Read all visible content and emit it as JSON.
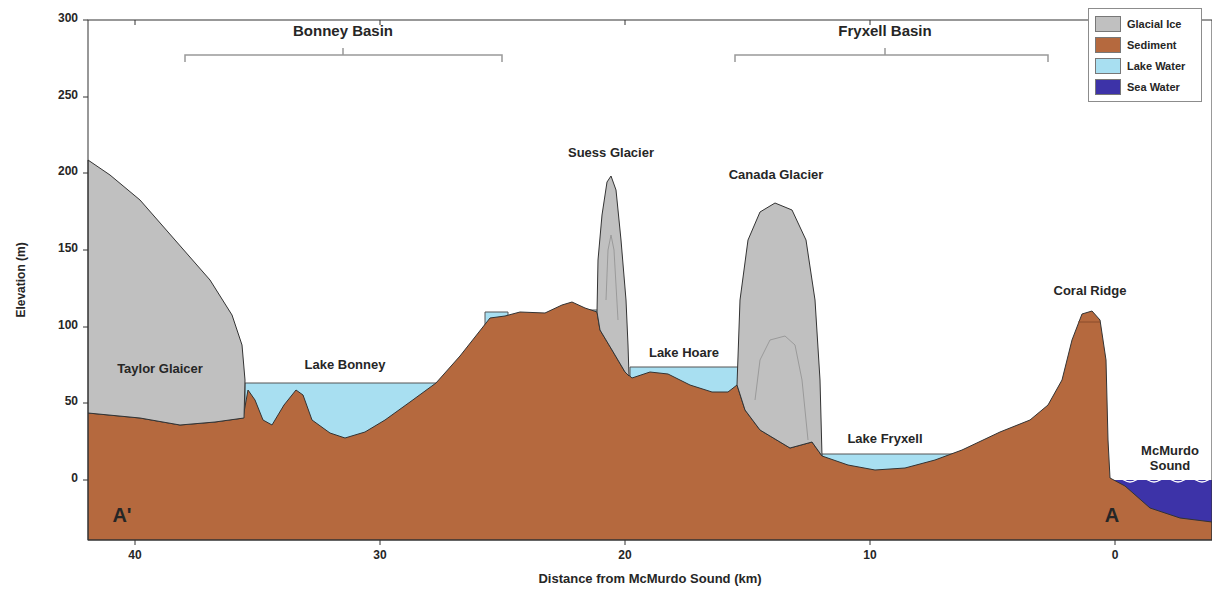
{
  "diagram": {
    "labels": [
      "Bonney Basin",
      "Fryxell Basin",
      "Suess Glacier",
      "Canada Glacier",
      "Coral Ridge",
      "Lake Hoare",
      "Taylor Glaicer",
      "Lake Bonney",
      "Lake Fryxell",
      "McMurdo Sound",
      "A'",
      "A",
      "300",
      "250",
      "200",
      "150",
      "100",
      "50",
      "0",
      "40",
      "30",
      "20",
      "10",
      "0",
      "Elevation (m)",
      "Distance from McMurdo Sound (km)"
    ],
    "legend": [
      {
        "text": "Glacial Ice",
        "color": "#c0c0c0"
      },
      {
        "text": "Sediment",
        "color": "#b5693e"
      },
      {
        "text": "Lake Water",
        "color": "#a8dff1"
      },
      {
        "text": "Sea Water",
        "color": "#3d33a8"
      }
    ]
  }
}
